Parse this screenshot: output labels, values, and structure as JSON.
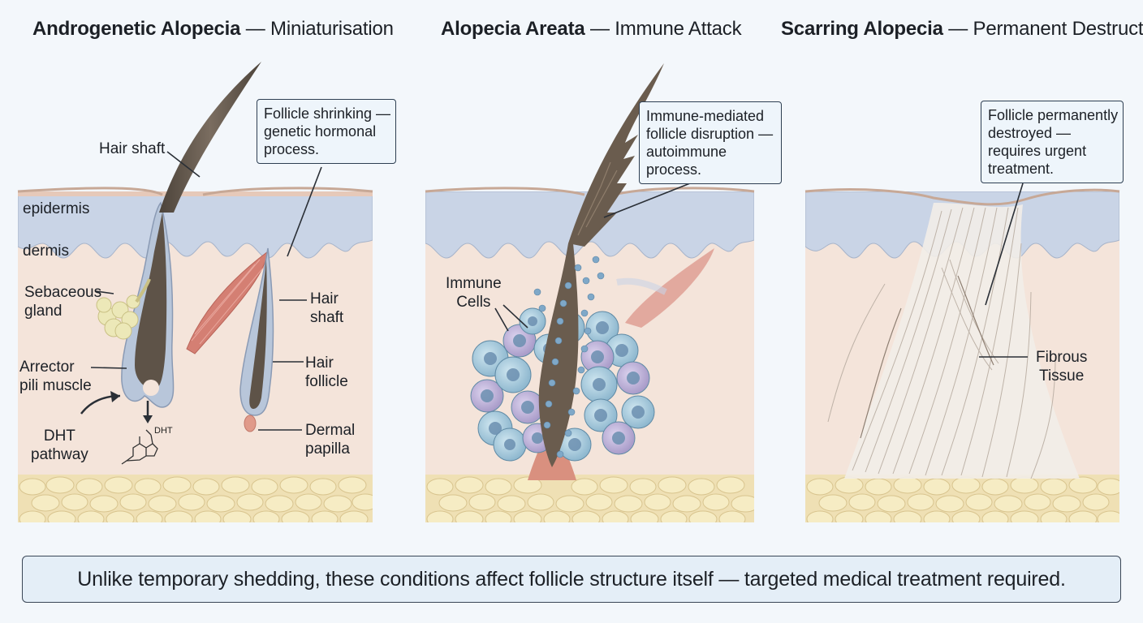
{
  "panels": [
    {
      "title_bold": "Androgenetic Alopecia",
      "title_sep": " — ",
      "title_rest": "Miniaturisation",
      "labels": {
        "hair_shaft_top": "Hair shaft",
        "epidermis": "epidermis",
        "dermis": "dermis",
        "sebaceous": [
          "Sebaceous",
          "gland"
        ],
        "arrector": [
          "Arrector",
          "pili muscle"
        ],
        "dht_pathway": [
          "DHT",
          "pathway"
        ],
        "dht_molecule": "DHT",
        "hair_shaft_small": [
          "Hair",
          "shaft"
        ],
        "hair_follicle": [
          "Hair",
          "follicle"
        ],
        "dermal_papilla": [
          "Dermal",
          "papilla"
        ]
      },
      "callout": [
        "Follicle shrinking —",
        "genetic hormonal",
        "process."
      ]
    },
    {
      "title_bold": "Alopecia Areata",
      "title_sep": " — ",
      "title_rest": "Immune Attack",
      "labels": {
        "immune_cells": [
          "Immune",
          "Cells"
        ]
      },
      "callout": [
        "Immune-mediated",
        "follicle disruption —",
        "autoimmune",
        "process."
      ]
    },
    {
      "title_bold": "Scarring Alopecia",
      "title_sep": " — ",
      "title_rest": "Permanent Destruction",
      "labels": {
        "fibrous": [
          "Fibrous",
          "Tissue"
        ]
      },
      "callout": [
        "Follicle permanently",
        "destroyed —",
        "requires urgent",
        "treatment."
      ]
    }
  ],
  "footer": "Unlike temporary shedding, these conditions affect follicle structure itself — targeted medical treatment required.",
  "colors": {
    "epidermis": "#c9d4e6",
    "dermis": "#f4e4da",
    "fat": "#f2e6bd",
    "hair": "#5e5348",
    "muscle": "#d47f73",
    "immune": "#9fc7dc"
  }
}
